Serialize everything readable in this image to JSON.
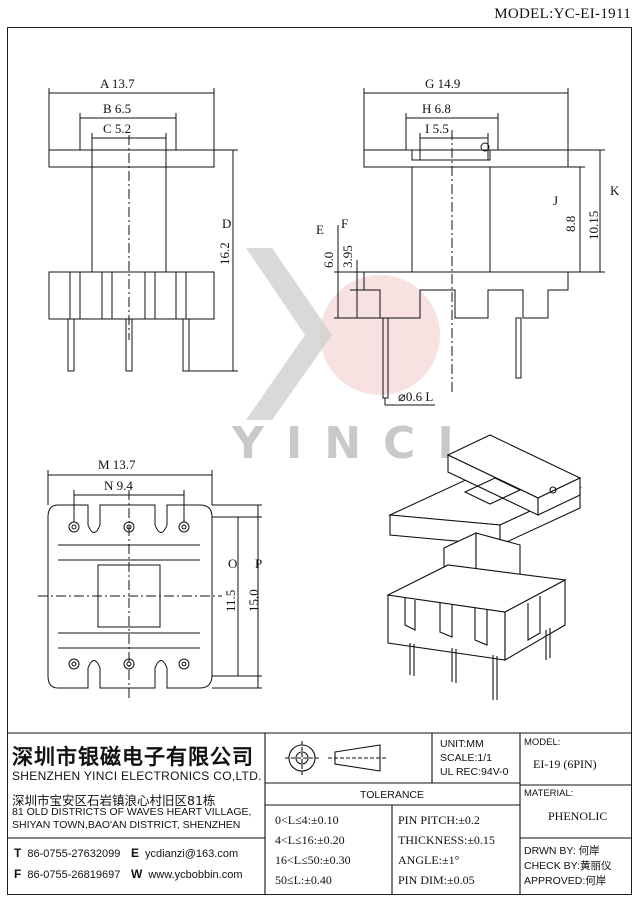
{
  "header": {
    "model_label": "MODEL:",
    "model_value": "YC-EI-1911"
  },
  "watermark": {
    "text": "YINCI"
  },
  "dims": {
    "A": "A 13.7",
    "B": "B 6.5",
    "C": "C 5.2",
    "D": "D",
    "D_val": "16.2",
    "G": "G 14.9",
    "H": "H 6.8",
    "I": "I 5.5",
    "J": "J",
    "J_val": "8.8",
    "K": "K",
    "K_val": "10.15",
    "E": "E",
    "E_val": "6.0",
    "F": "F",
    "F_val": "3.95",
    "L": "⌀0.6 L",
    "M": "M 13.7",
    "N": "N 9.4",
    "O": "O",
    "O_val": "11.5",
    "P": "P",
    "P_val": "15.0"
  },
  "company": {
    "name_cn": "深圳市银磁电子有限公司",
    "name_en": "SHENZHEN YINCI ELECTRONICS CO,LTD.",
    "address_cn": "深圳市宝安区石岩镇浪心村旧区81栋",
    "address_en_1": "81 OLD DISTRICTS OF WAVES HEART VILLAGE,",
    "address_en_2": "SHIYAN TOWN,BAO'AN DISTRICT, SHENZHEN",
    "tel_label": "T",
    "tel": "86-0755-27632099",
    "email_label": "E",
    "email": "ycdianzi@163.com",
    "fax_label": "F",
    "fax": "86-0755-26819697",
    "web_label": "W",
    "web": "www.ycbobbin.com"
  },
  "specs": {
    "unit": "UNIT:MM",
    "scale": "SCALE:1/1",
    "ul": "UL REC:94V-0",
    "tolerance_title": "TOLERANCE",
    "tol_1": "0<L≤4:±0.10",
    "tol_2": "4<L≤16:±0.20",
    "tol_3": "16<L≤50:±0.30",
    "tol_4": "50≤L:±0.40",
    "pin_pitch": "PIN PITCH:±0.2",
    "thickness": "THICKNESS:±0.15",
    "angle": "ANGLE:±1°",
    "pin_dim": "PIN DIM:±0.05"
  },
  "side": {
    "model_label": "MODEL:",
    "model_value": "EI-19 (6PIN)",
    "material_label": "MATERIAL:",
    "material_value": "PHENOLIC",
    "drawn": "DRWN BY: 何岸",
    "check": "CHECK BY:黄丽仪",
    "approved": "APPROVED:何岸"
  }
}
